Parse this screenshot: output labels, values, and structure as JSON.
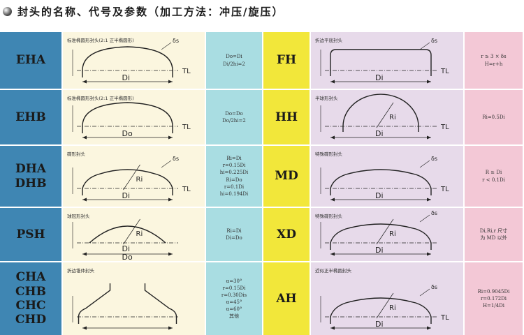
{
  "title": "封头的名称、代号及参数（加工方法：冲压/旋压）",
  "colors": {
    "code_left": "#3f86b3",
    "code_right": "#f2e73a",
    "drawing_left": "#fbf6df",
    "drawing_right": "#e7daea",
    "formula_left": "#a9dde2",
    "formula_right": "#f3c8d6"
  },
  "left": [
    {
      "codes": [
        "EHA"
      ],
      "caption": "标准椭圆形封头(2:1 正半椭圆形)",
      "formulas": [
        "Do=Di",
        "Di/2hi=2"
      ],
      "labels": {
        "tl": "TL",
        "d": "Di",
        "s": "δs"
      }
    },
    {
      "codes": [
        "EHB"
      ],
      "caption": "标准椭圆形封头(2:1 正半椭圆形)",
      "formulas": [
        "Do=Do",
        "Do/2hi=2"
      ],
      "labels": {
        "tl": "TL",
        "d": "Do"
      }
    },
    {
      "codes": [
        "DHA",
        "DHB"
      ],
      "caption": "碟形封头",
      "formulas": [
        "Ri=Di",
        "r=0.15Di",
        "hi=0.225Di",
        "Ri=Do",
        "r=0.1Di",
        "hi=0.194Di"
      ],
      "labels": {
        "tl": "TL",
        "d": "Di",
        "r": "Ri",
        "s": "δs"
      }
    },
    {
      "codes": [
        "PSH"
      ],
      "caption": "球冠形封头",
      "formulas": [
        "Ri=Di",
        "Di=Do"
      ],
      "labels": {
        "r": "Ri",
        "d1": "Di",
        "d2": "Do"
      }
    },
    {
      "codes": [
        "CHA",
        "CHB",
        "CHC",
        "CHD"
      ],
      "caption": "折边锥体封头",
      "formulas": [
        "α=30°",
        "r=0.15Di",
        "r=0.30Dis",
        "α=45°",
        "α=60°",
        "其他"
      ],
      "labels": {}
    }
  ],
  "right": [
    {
      "codes": [
        "FH"
      ],
      "caption": "折边平底封头",
      "formulas": [
        "r ≥ 3 × δs",
        "H=r+h"
      ],
      "labels": {
        "tl": "TL",
        "d": "Di",
        "s": "δs"
      }
    },
    {
      "codes": [
        "HH"
      ],
      "caption": "半球形封头",
      "formulas": [
        "Ri=0.5Di"
      ],
      "labels": {
        "tl": "TL",
        "d": "Di",
        "r": "Ri"
      }
    },
    {
      "codes": [
        "MD"
      ],
      "caption": "特殊碟形封头",
      "formulas": [
        "R ≥ Di",
        "r < 0.1Di"
      ],
      "labels": {
        "tl": "TL",
        "d": "Di",
        "s": "δs"
      }
    },
    {
      "codes": [
        "XD"
      ],
      "caption": "特殊碟形封头",
      "formulas": [
        "Di,Ri,r 尺寸",
        "为 MD 以外"
      ],
      "labels": {
        "r": "Ri",
        "d": "Di",
        "s": "δs"
      }
    },
    {
      "codes": [
        "AH"
      ],
      "caption": "近似正半椭圆封头",
      "formulas": [
        "Ri=0.9045Di",
        "r=0.172Di",
        "H=1/4Di"
      ],
      "labels": {
        "tl": "TL",
        "d": "Di",
        "r": "Ri",
        "s": "δs"
      }
    }
  ]
}
